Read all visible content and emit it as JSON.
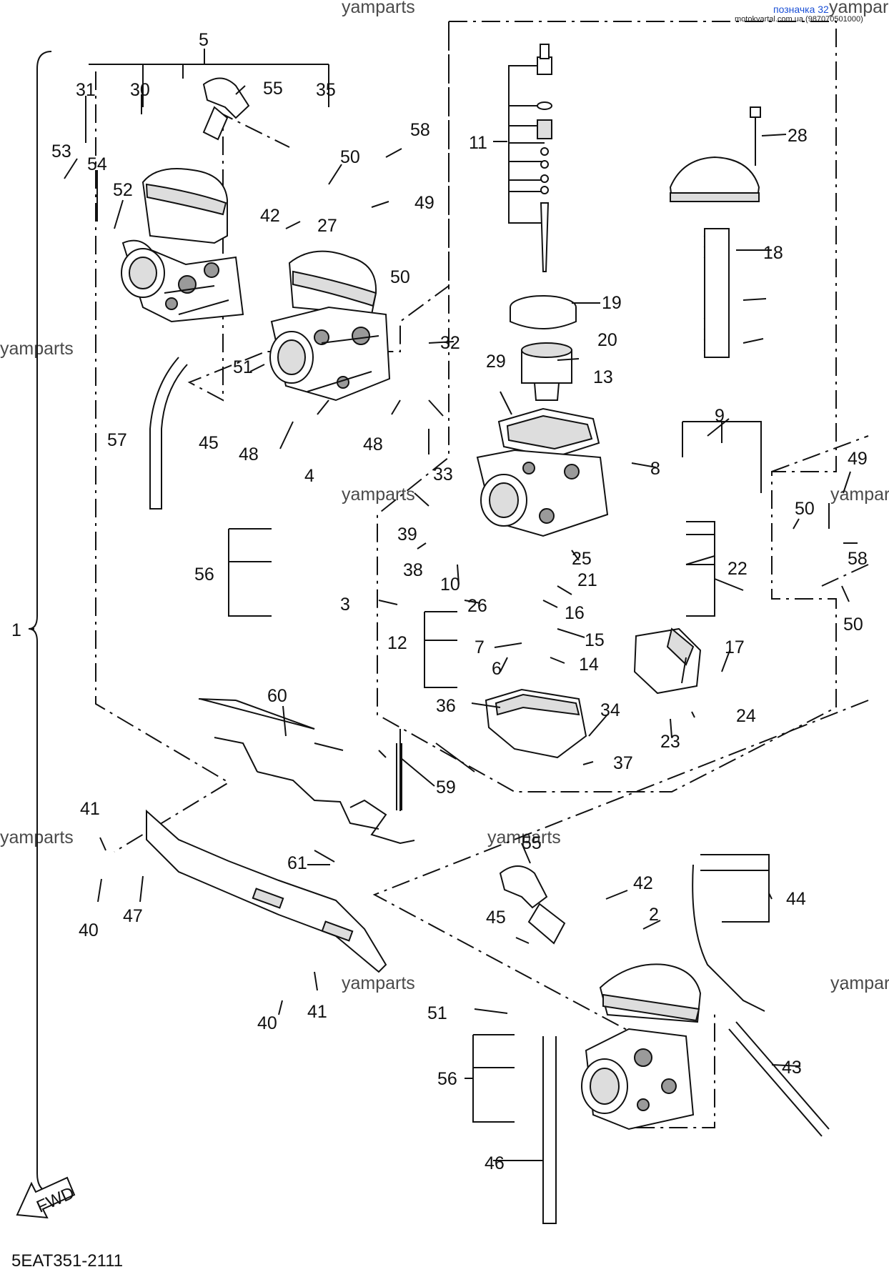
{
  "header": {
    "link_text": "позначка 32",
    "site_text": "motokvartal.com.ua (987070501000)"
  },
  "watermarks": [
    "yamparts",
    "yampar",
    "yamparts",
    "yamparts",
    "yampar",
    "yamparts",
    "yamparts",
    "yamparts",
    "yampar"
  ],
  "diagram_code": "5EAT351-2111",
  "fwd_label": "FWD",
  "callouts": [
    "1",
    "2",
    "3",
    "4",
    "5",
    "6",
    "7",
    "8",
    "9",
    "10",
    "11",
    "12",
    "13",
    "14",
    "15",
    "16",
    "17",
    "18",
    "19",
    "20",
    "21",
    "22",
    "23",
    "24",
    "25",
    "26",
    "27",
    "28",
    "29",
    "30",
    "31",
    "32",
    "33",
    "34",
    "35",
    "36",
    "37",
    "38",
    "39",
    "40",
    "40",
    "41",
    "41",
    "42",
    "42",
    "43",
    "44",
    "45",
    "45",
    "46",
    "47",
    "48",
    "48",
    "49",
    "49",
    "50",
    "50",
    "50",
    "50",
    "51",
    "51",
    "52",
    "53",
    "54",
    "55",
    "55",
    "56",
    "56",
    "57",
    "58",
    "58",
    "59",
    "60",
    "61"
  ]
}
